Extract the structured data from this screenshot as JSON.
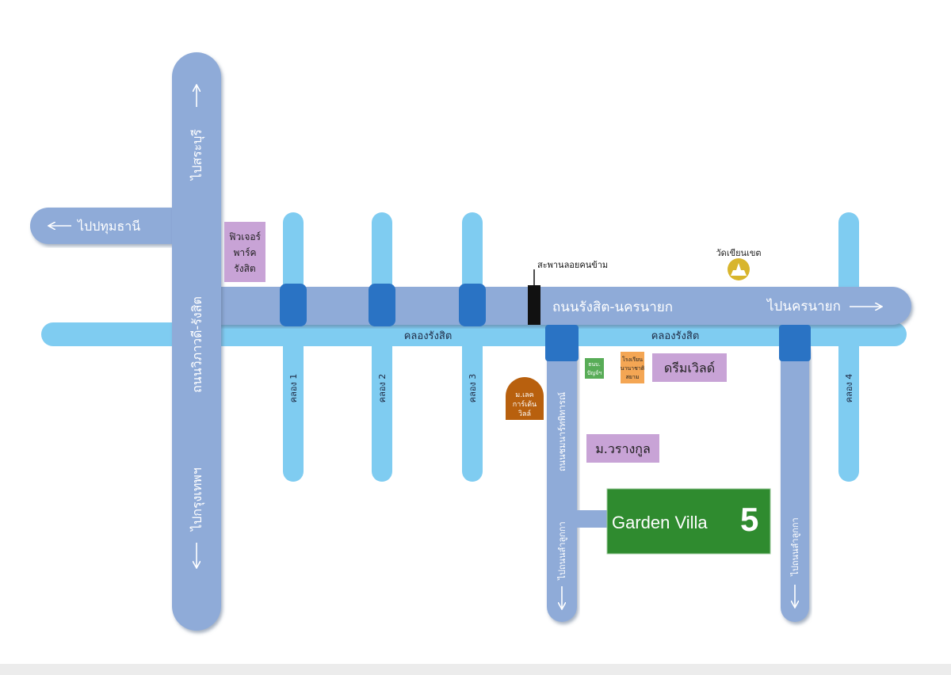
{
  "colors": {
    "road": "#8fabd8",
    "road_shadow": "#6f86ad",
    "canal": "#7fccf1",
    "bridge": "#2a73c4",
    "pier": "#111111",
    "landmark_purple": "#c8a3d6",
    "landmark_brown": "#b8600e",
    "landmark_green": "#58ac57",
    "landmark_orange": "#f4a654",
    "temple": "#d8b52c",
    "project_green": "#2f8b2f"
  },
  "roads": {
    "vibhavadi": "ถนนวิภาวดี-รังสิต",
    "rangsit_nakhonnayok": "ถนนรังสิต-นครนายก",
    "lamlukka_branch": "ถนนชมนาร์ทพิทารณ์"
  },
  "directions": {
    "saraburi": "ไปสระบุรี",
    "pathum_thani": "ไปปทุมธานี",
    "bangkok": "ไปกรุงเทพฯ",
    "nakhon_nayok": "ไปนครนายก",
    "lamlukka_left": "ไปถนนลำลูกกา",
    "lamlukka_right": "ไปถนนลำลูกกา"
  },
  "canals": {
    "rangsit_left": "คลองรังสิต",
    "rangsit_right": "คลองรังสิต",
    "k1": "คลอง 1",
    "k2": "คลอง 2",
    "k3": "คลอง 3",
    "k4": "คลอง 4"
  },
  "landmarks": {
    "future_park": [
      "ฟิวเจอร์",
      "พาร์ค",
      "รังสิต"
    ],
    "pier": "สะพานลอยคนข้าม",
    "temple": "วัดเขียนเขต",
    "garden_ville": [
      "ม.เลค",
      "การ์เด้น",
      "วิลล์"
    ],
    "green_small": [
      "ธนบ.",
      "ปัญจ์ฯ"
    ],
    "orange_small": [
      "โรงเรียน",
      "นานาชาติ",
      "สยาม"
    ],
    "dreamworld": "ดรีมเวิลด์",
    "warangkul": "ม.วรางกูล"
  },
  "project": {
    "name": "Garden Villa",
    "number": "5"
  }
}
